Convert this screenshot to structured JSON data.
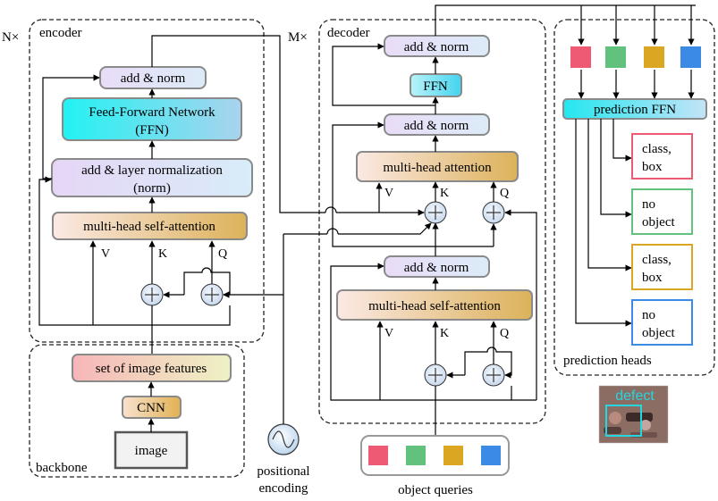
{
  "encoder": {
    "repeat": "N×",
    "title": "encoder",
    "add_norm": "add & norm",
    "ffn_line1": "Feed-Forward Network",
    "ffn_line2": "(FFN)",
    "layernorm_line1": "add & layer normalization",
    "layernorm_line2": "(norm)",
    "mhsa": "multi-head self-attention",
    "v": "V",
    "k": "K",
    "q": "Q"
  },
  "decoder": {
    "repeat": "M×",
    "title": "decoder",
    "add_norm_top": "add & norm",
    "ffn": "FFN",
    "add_norm_mid": "add & norm",
    "mha": "multi-head attention",
    "v_top": "V",
    "k_top": "K",
    "q_top": "Q",
    "add_norm_low": "add & norm",
    "mhsa": "multi-head self-attention",
    "v_low": "V",
    "k_low": "K",
    "q_low": "Q"
  },
  "backbone": {
    "title": "backbone",
    "features": "set of image features",
    "cnn": "CNN",
    "image": "image"
  },
  "positional": {
    "line1": "positional",
    "line2": "encoding"
  },
  "queries": {
    "label": "object queries",
    "colors": [
      "#ee5a73",
      "#62c17c",
      "#dba723",
      "#3b8be6"
    ]
  },
  "heads": {
    "title": "prediction heads",
    "ffn": "prediction FFN",
    "colors": [
      "#ee5a73",
      "#62c17c",
      "#dba723",
      "#3b8be6"
    ],
    "outputs": [
      {
        "line1": "class,",
        "line2": "box",
        "color": "#ee5a73"
      },
      {
        "line1": "no",
        "line2": "object",
        "color": "#62c17c"
      },
      {
        "line1": "class,",
        "line2": "box",
        "color": "#dba723"
      },
      {
        "line1": "no",
        "line2": "object",
        "color": "#3b8be6"
      }
    ]
  },
  "thumbnail": {
    "label": "defect",
    "box_color": "#25d6e0"
  }
}
